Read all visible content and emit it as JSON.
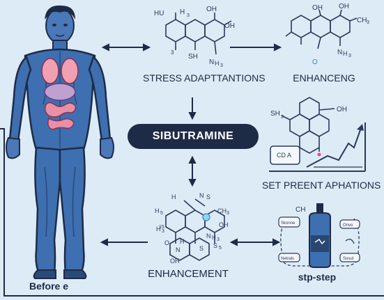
{
  "center_label": "SIBUTRAMINE",
  "labels": {
    "stress": "STRESS ADAPTTANTIONS",
    "enhanceng": "ENHANCENG",
    "set_present": "SET PREENT APHATIONS",
    "before": "Before e",
    "enhancement": "ENHANCEMENT",
    "stp_step": "stp-step"
  },
  "formula_text": {
    "top_center": [
      "HU",
      "H",
      "3",
      "OH",
      "3",
      "OH",
      "SH",
      "N",
      "H",
      "3"
    ],
    "top_right": [
      "OH",
      "OH",
      "CH",
      "3",
      "N",
      "H",
      "3",
      "O"
    ],
    "mid_right": [
      "SH",
      "3",
      "OH",
      "CD",
      "A"
    ],
    "bottom_center": [
      "H",
      "N",
      "S",
      "H",
      "5",
      "H",
      "3",
      "15",
      "N",
      "H",
      "3",
      "CH",
      "3",
      "OH",
      "O",
      "N",
      "S",
      "5",
      "S",
      "H",
      "OH"
    ],
    "bottom_right": [
      "CH",
      "Skonne",
      "Onvo",
      "Netrals",
      "Sosut"
    ]
  },
  "colors": {
    "background": "#dcebf6",
    "pill": "#1e2b47",
    "ink": "#1d2a44",
    "body_fill": "#3e6fb0",
    "organ_red": "#f0a0b0"
  }
}
